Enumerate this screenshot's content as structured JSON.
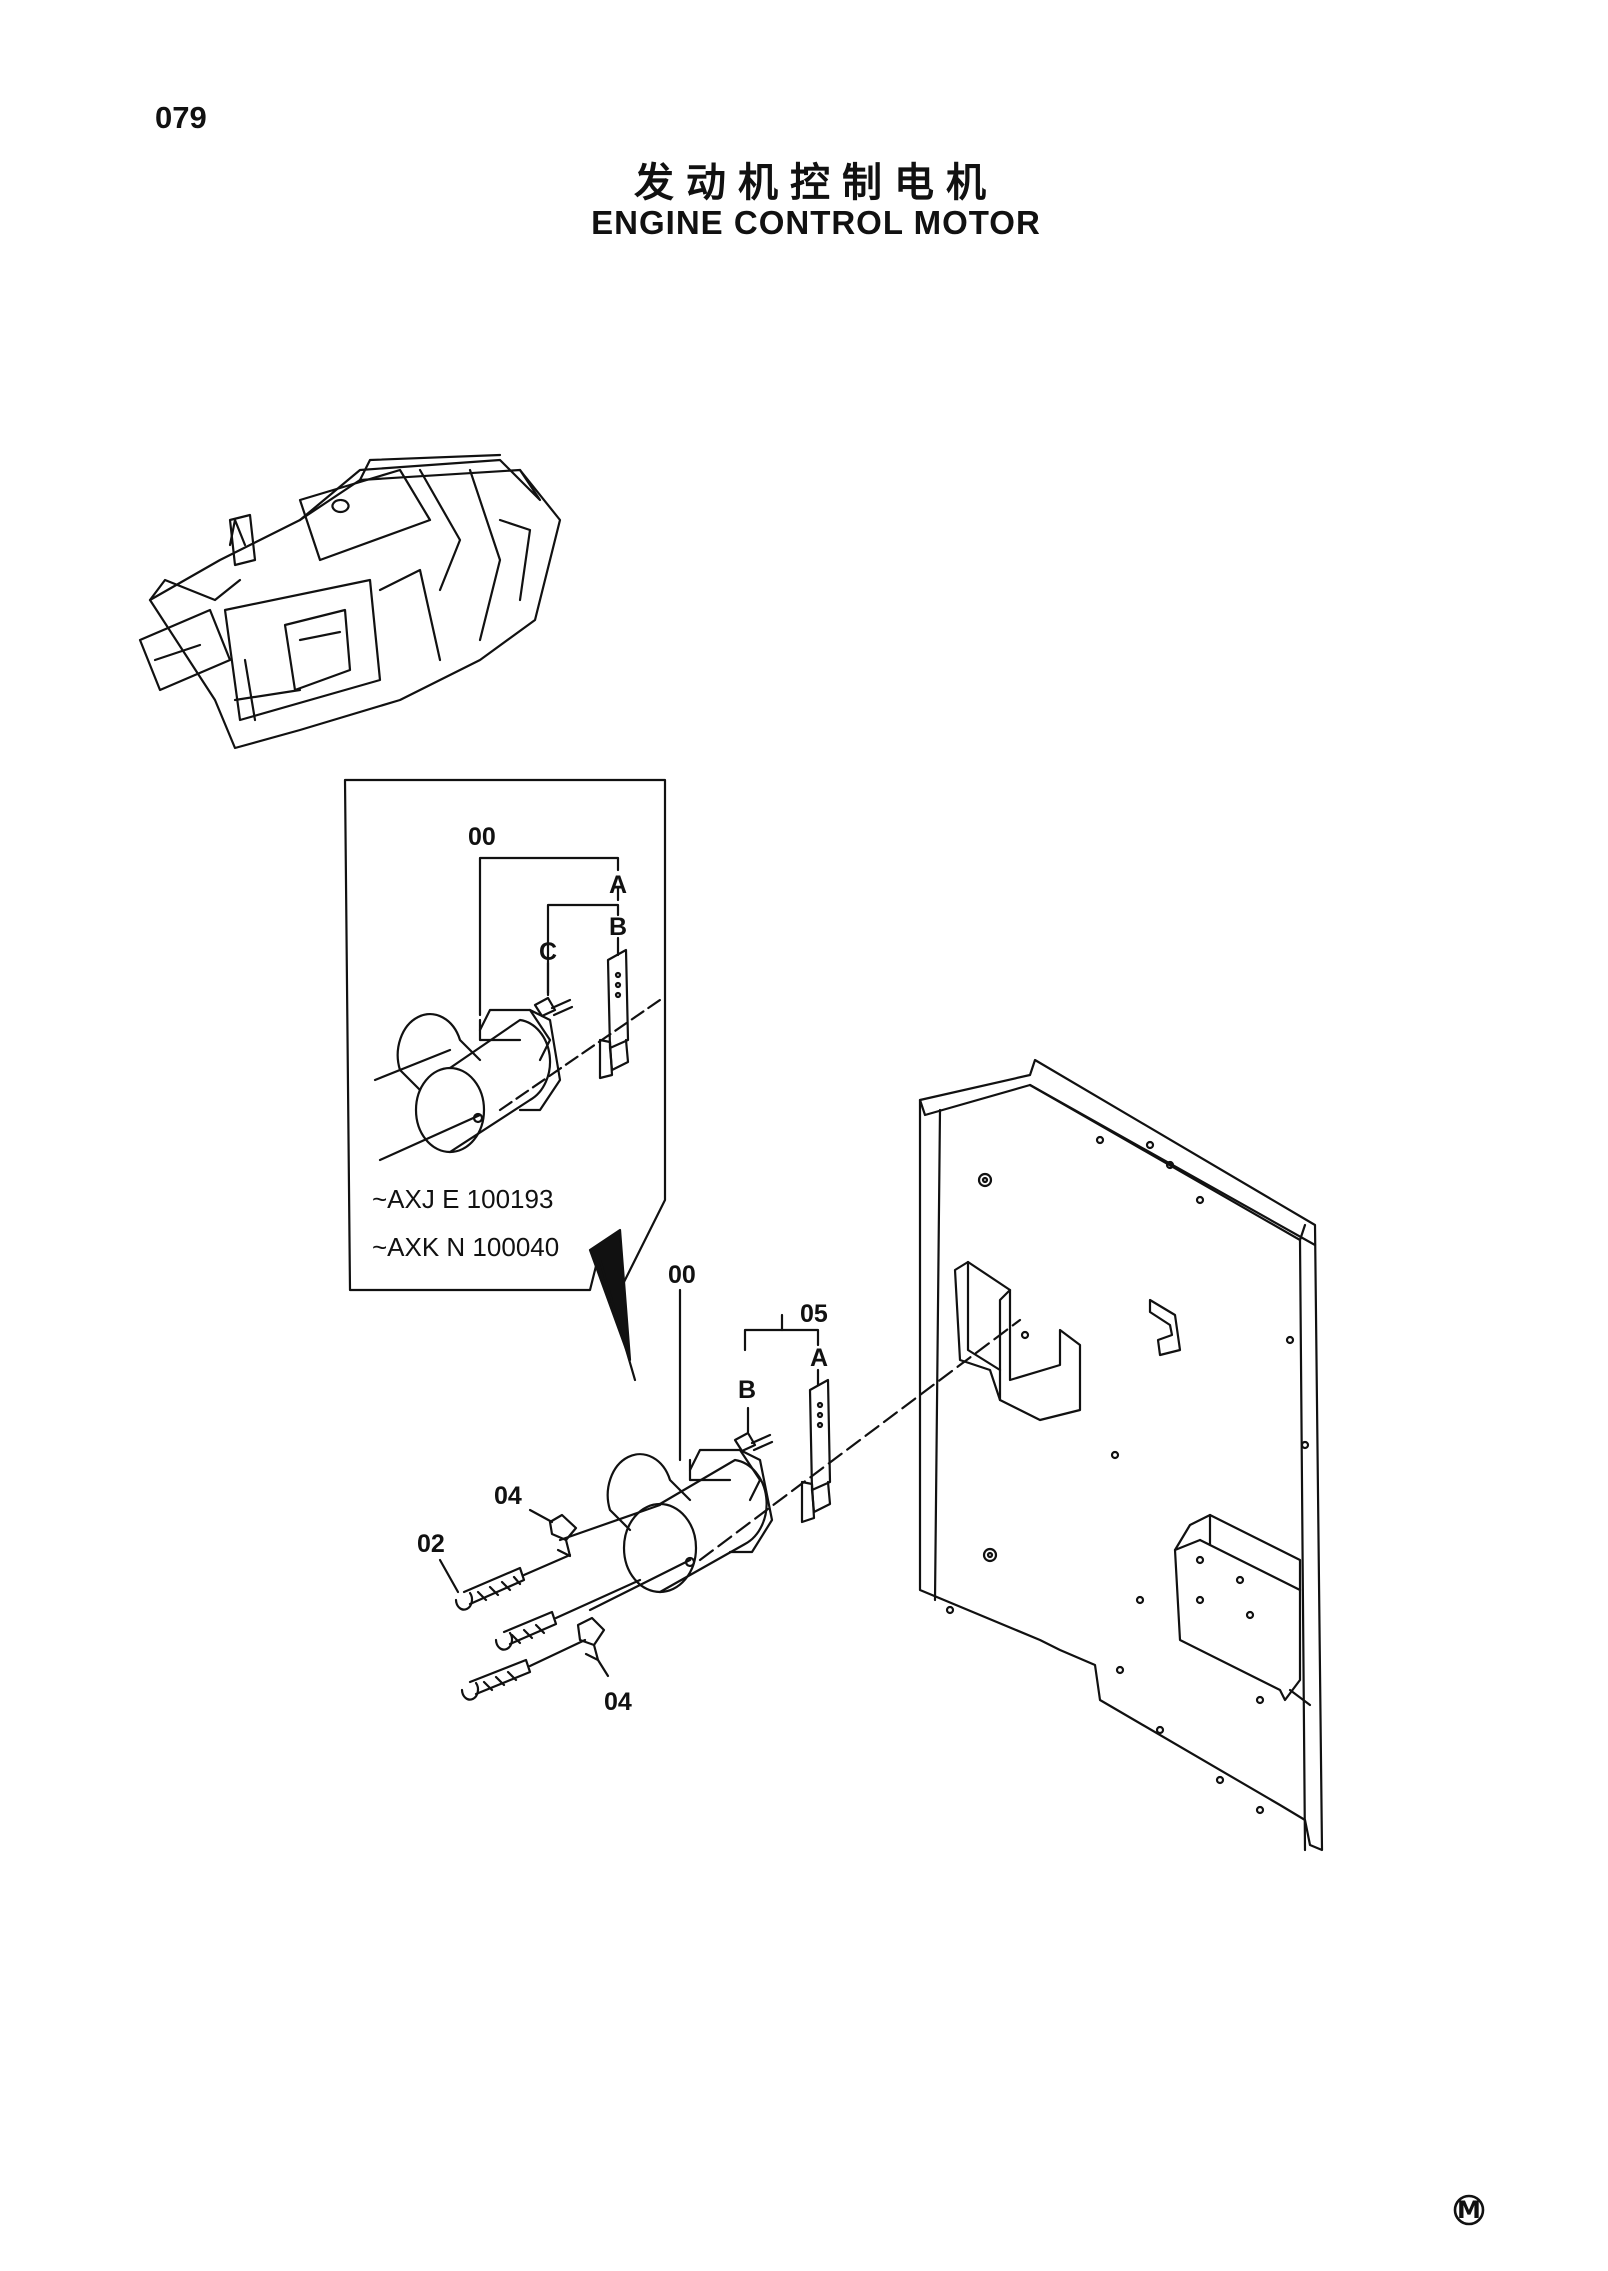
{
  "page": {
    "number": "079"
  },
  "title": {
    "chinese": "发动机控制电机",
    "english": "ENGINE CONTROL MOTOR"
  },
  "inset": {
    "labels": {
      "assembly": "00",
      "a": "A",
      "b": "B",
      "c": "C"
    },
    "serial_ranges": [
      "~AXJ E 100193",
      "~AXK N 100040"
    ]
  },
  "main": {
    "labels": {
      "assembly": "00",
      "bracket_kit": "05",
      "a": "A",
      "b": "B",
      "bolt": "02",
      "clamp_upper": "04",
      "clamp_lower": "04"
    }
  },
  "footer": {
    "mark": "M"
  },
  "colors": {
    "line": "#111111",
    "background": "#ffffff"
  }
}
